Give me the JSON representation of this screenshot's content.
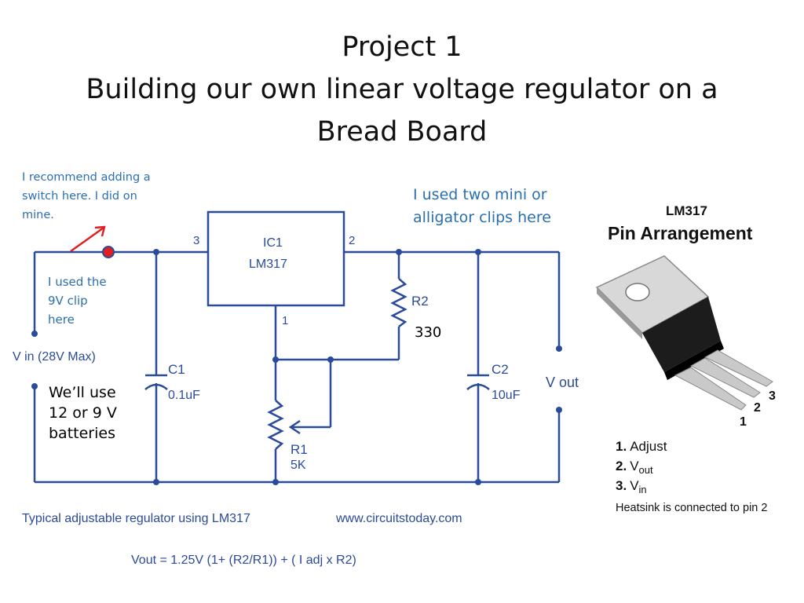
{
  "title": {
    "line1": "Project 1",
    "line2": "Building our own linear voltage regulator on a",
    "line3": "Bread Board"
  },
  "notes": {
    "switch": [
      "I recommend adding a",
      "switch here.  I did on",
      "mine."
    ],
    "clips": [
      "I used two mini or",
      "alligator clips here"
    ],
    "nine_v": [
      "I used the",
      "9V clip",
      "here"
    ],
    "batteries": [
      "We’ll use",
      "12 or 9 V",
      "batteries"
    ],
    "r2_value": "330"
  },
  "circuit": {
    "ic_name": "IC1",
    "ic_part": "LM317",
    "pin3": "3",
    "pin2": "2",
    "pin1": "1",
    "r2_label": "R2",
    "r1_label": "R1",
    "r1_value": "5K",
    "c1_label": "C1",
    "c1_value": "0.1uF",
    "c2_label": "C2",
    "c2_value": "10uF",
    "vin_label": "V in (28V Max)",
    "vout_label": "V out",
    "caption": "Typical adjustable regulator using LM317",
    "url": "www.circuitstoday.com",
    "formula": "Vout = 1.25V (1+ (R2/R1))  + ( I adj x R2)"
  },
  "pinout": {
    "title1": "LM317",
    "title2": "Pin Arrangement",
    "pin_numbers": [
      "1",
      "2",
      "3"
    ],
    "legend": [
      {
        "num": "1.",
        "text": "Adjust"
      },
      {
        "num": "2.",
        "text": "V",
        "sub": "out"
      },
      {
        "num": "3.",
        "text": "V",
        "sub": "in"
      }
    ],
    "heatsink": "Heatsink is connected to pin 2"
  },
  "colors": {
    "wire": "#2a4a9a",
    "note_blue": "#2a6fb0",
    "arrow_red": "#e02020"
  }
}
